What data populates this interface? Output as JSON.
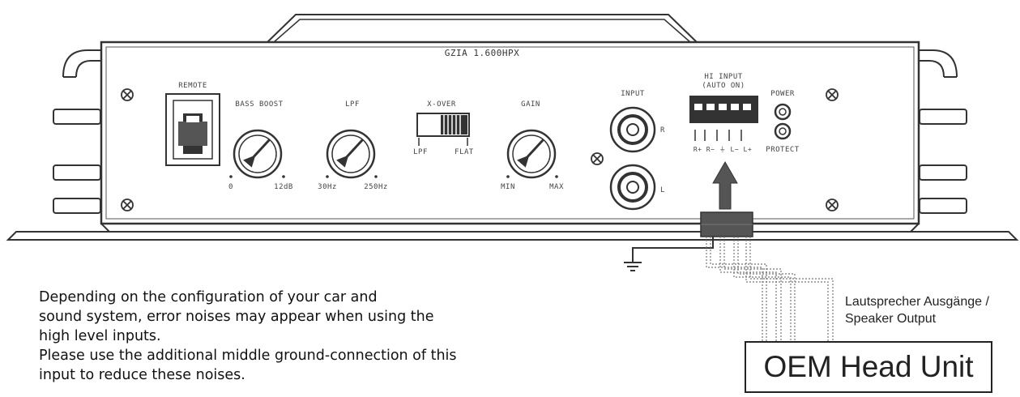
{
  "model": "GZIA 1.600HPX",
  "labels": {
    "remote": "REMOTE",
    "bass_boost": "BASS BOOST",
    "bass_min": "0",
    "bass_max": "12dB",
    "lpf": "LPF",
    "lpf_min": "30Hz",
    "lpf_max": "250Hz",
    "xover": "X-OVER",
    "xover_left": "LPF",
    "xover_right": "FLAT",
    "gain": "GAIN",
    "gain_min": "MIN",
    "gain_max": "MAX",
    "input": "INPUT",
    "input_r": "R",
    "input_l": "L",
    "hi_input_line1": "HI   INPUT",
    "hi_input_line2": "(AUTO ON)",
    "terminals": "R+ R−  ⏚  L− L+",
    "power": "POWER",
    "protect": "PROTECT"
  },
  "note": {
    "line1": "Depending on the configuration of your car and",
    "line2": "sound system, error noises may appear when using the",
    "line3": "high level inputs.",
    "line4": "Please use the additional middle ground-connection of this",
    "line5": "input to reduce these noises."
  },
  "speaker_output": {
    "line1": "Lautsprecher Ausgänge /",
    "line2": "Speaker Output"
  },
  "head_unit": "OEM Head Unit",
  "colors": {
    "arrow": "#555555",
    "connector": "#555555",
    "line": "#333333"
  }
}
